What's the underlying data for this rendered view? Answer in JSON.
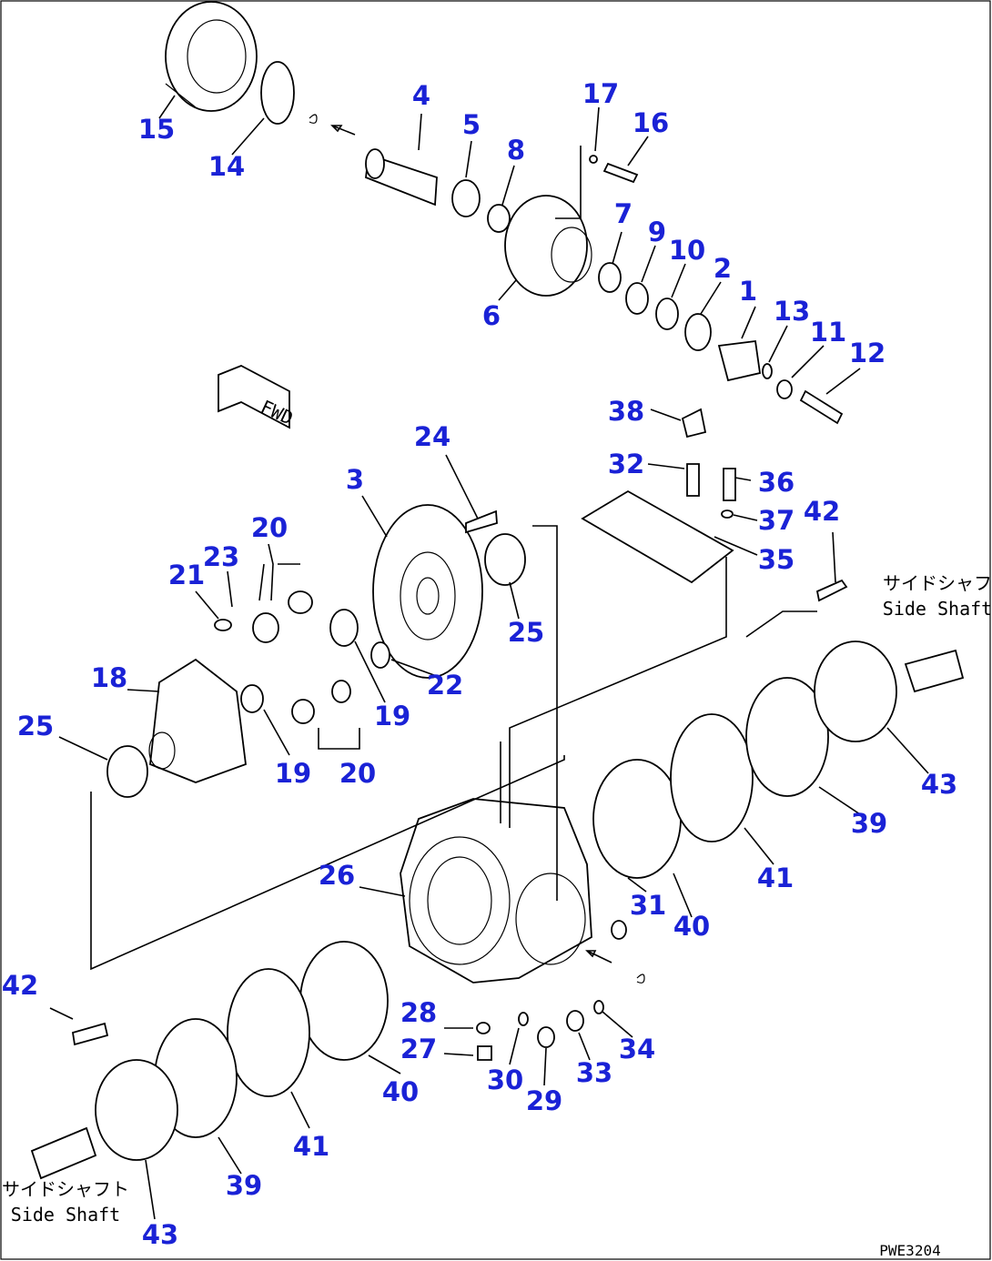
{
  "drawing": {
    "fwd_label": "FWD",
    "side_shaft_jp": "サイドシャフト",
    "side_shaft_en": "Side Shaft",
    "code": "PWE3204"
  },
  "callouts": [
    "1",
    "2",
    "3",
    "4",
    "5",
    "6",
    "7",
    "8",
    "9",
    "10",
    "11",
    "12",
    "13",
    "14",
    "15",
    "16",
    "17",
    "18",
    "19",
    "19",
    "20",
    "20",
    "21",
    "22",
    "23",
    "24",
    "25",
    "25",
    "26",
    "27",
    "28",
    "29",
    "30",
    "31",
    "32",
    "33",
    "34",
    "35",
    "36",
    "37",
    "38",
    "39",
    "39",
    "40",
    "40",
    "41",
    "41",
    "42",
    "42",
    "43",
    "43"
  ],
  "colors": {
    "callout": "#1a22d6",
    "line": "#000000",
    "background": "#ffffff"
  }
}
